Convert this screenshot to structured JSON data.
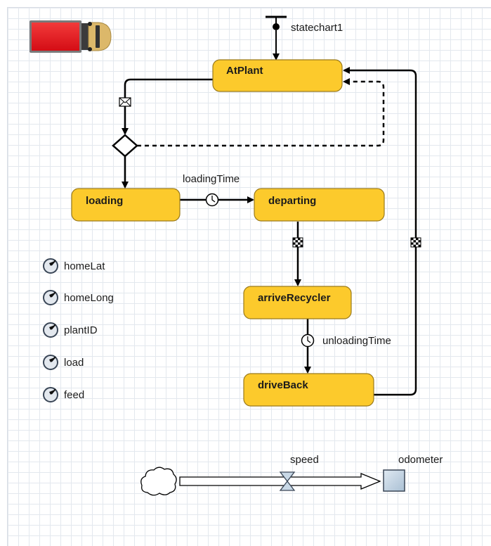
{
  "statechart": {
    "name": "statechart1",
    "states": {
      "at_plant": "AtPlant",
      "loading": "loading",
      "departing": "departing",
      "arrive_recycler": "arriveRecycler",
      "drive_back": "driveBack"
    },
    "transitions": {
      "loading_time": "loadingTime",
      "unloading_time": "unloadingTime"
    }
  },
  "parameters": [
    "homeLat",
    "homeLong",
    "plantID",
    "load",
    "feed"
  ],
  "stock_flow": {
    "flow": "speed",
    "stock": "odometer"
  },
  "colors": {
    "state_fill": "#fcca2c",
    "state_stroke": "#9a7a1c",
    "truck_body": "#e8131b",
    "truck_cab": "#dcb86a",
    "stock_fill": "#c8d8e6",
    "grid_line": "#e3e8ee"
  }
}
